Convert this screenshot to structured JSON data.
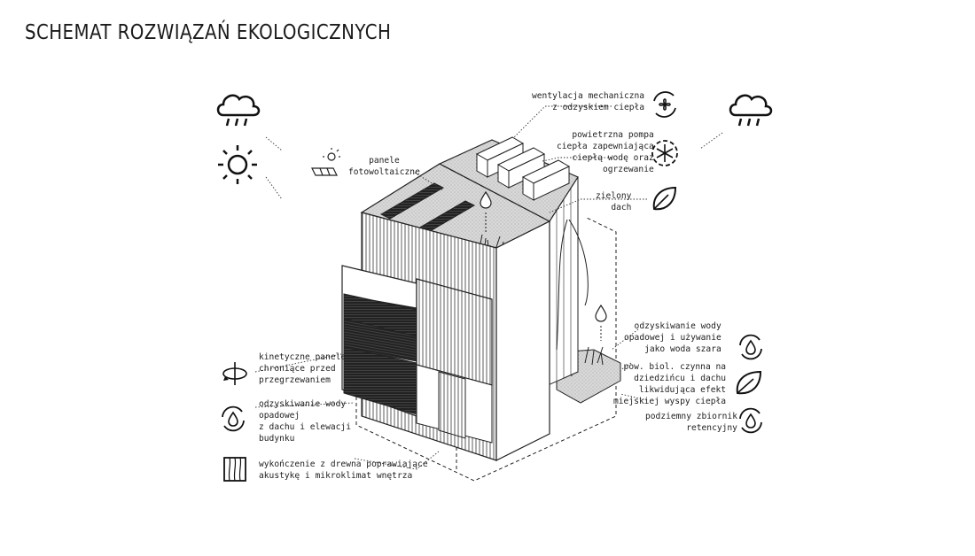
{
  "title": "SCHEMAT ROZWIĄZAŃ EKOLOGICZNYCH",
  "labels": {
    "ventilation": [
      "wentylacja mechaniczna",
      "z odzyskiem ciepła"
    ],
    "heat_pump": [
      "powietrzna pompa",
      "ciepła zapewniająca",
      "ciepłą wodę oraz",
      "ogrzewanie"
    ],
    "green_roof": [
      "zielony",
      "dach"
    ],
    "solar": [
      "panele",
      "fotowoltaiczne"
    ],
    "rainwater_grey": [
      "odzyskiwanie wody",
      "opadowej i używanie",
      "jako woda szara"
    ],
    "bio_area": [
      "pow. biol. czynna na",
      "dziedzińcu i dachu",
      "likwidująca efekt",
      "miejskiej wyspy ciepła"
    ],
    "retention_tank": [
      "podziemny zbiornik",
      "retencyjny"
    ],
    "kinetic_panels": [
      "kinetyczne panele",
      "chroniące przed",
      "przegrzewaniem"
    ],
    "rainwater_facade": [
      "odzyskiwanie wody",
      "opadowej",
      "z dachu i elewacji",
      "budynku"
    ],
    "wood_finish": [
      "wykończenie z drewna poprawiające",
      "akustykę i mikroklimat wnętrza"
    ]
  }
}
